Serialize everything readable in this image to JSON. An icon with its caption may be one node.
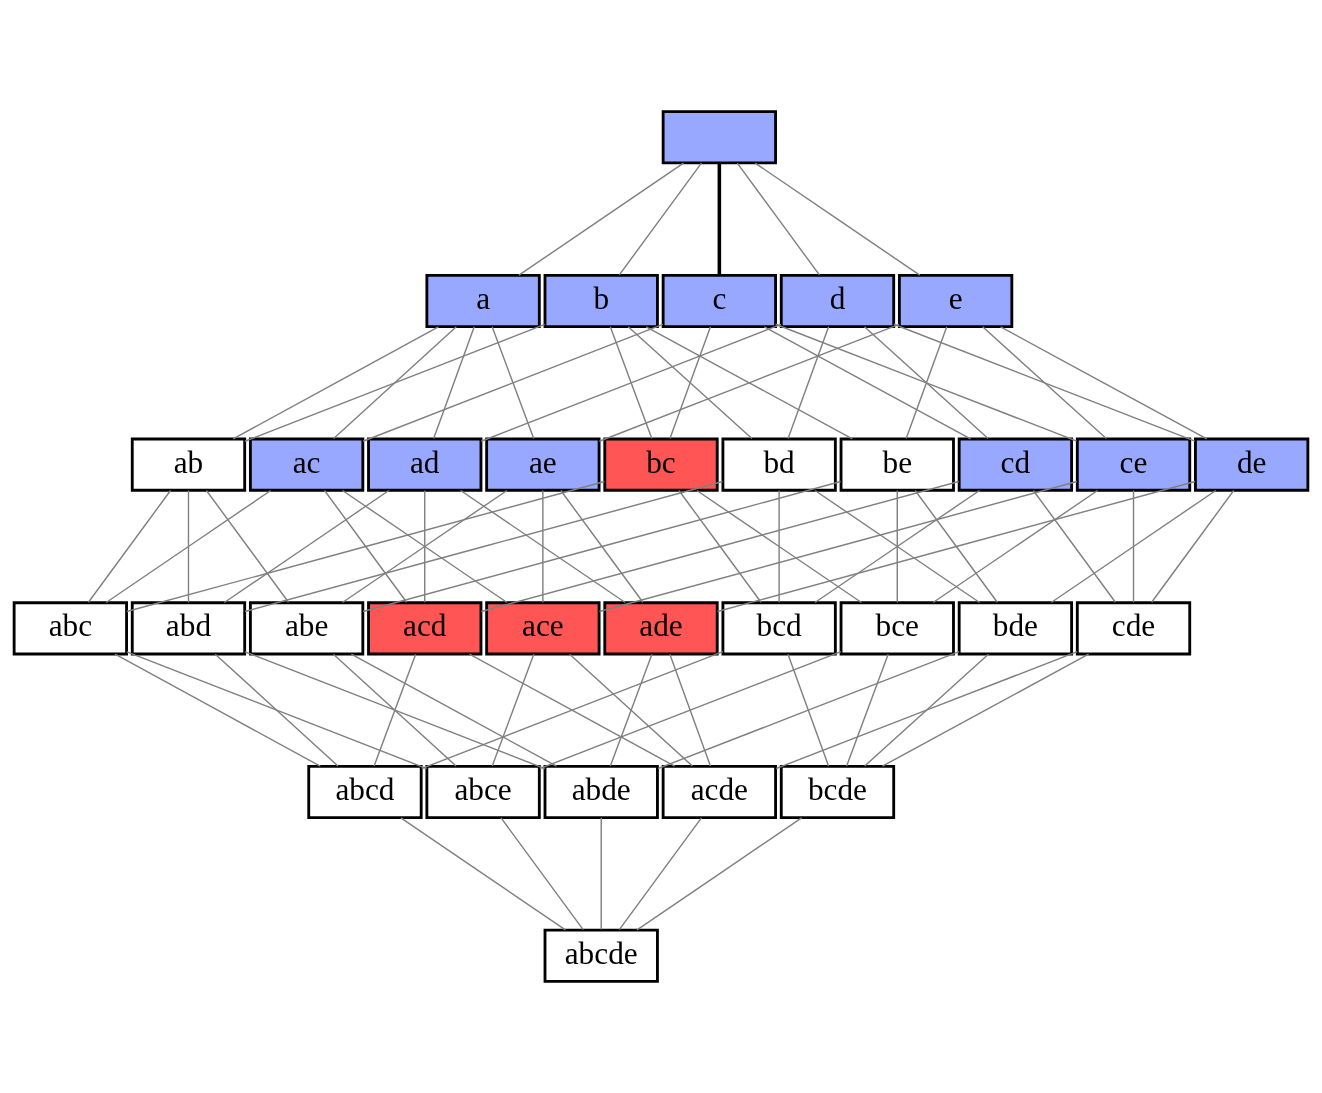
{
  "diagram": {
    "nodes": [
      {
        "text": [],
        "shape": "box"
      },
      {
        "text": [
          "a"
        ]
      },
      {
        "text": [
          "b"
        ]
      },
      {
        "text": [
          "c"
        ]
      },
      {
        "text": [
          "d"
        ]
      },
      {
        "text": [
          "e"
        ]
      },
      {
        "text": [
          "ab"
        ]
      },
      {
        "text": [
          "ac"
        ]
      },
      {
        "text": [
          "ad"
        ]
      },
      {
        "text": [
          "ae"
        ]
      },
      {
        "text": [
          "bc"
        ]
      },
      {
        "text": [
          "bd"
        ]
      },
      {
        "text": [
          "be"
        ]
      },
      {
        "text": [
          "cd"
        ]
      },
      {
        "text": [
          "ce"
        ]
      },
      {
        "text": [
          "de"
        ]
      },
      {
        "text": [
          "abc"
        ]
      },
      {
        "text": [
          "abd"
        ]
      },
      {
        "text": [
          "abe"
        ]
      },
      {
        "text": [
          "acd"
        ]
      },
      {
        "text": [
          "ace"
        ]
      },
      {
        "text": [
          "ade"
        ]
      },
      {
        "text": [
          "bcd"
        ]
      },
      {
        "text": [
          "bce"
        ]
      },
      {
        "text": [
          "bde"
        ]
      },
      {
        "text": [
          "cde"
        ]
      },
      {
        "text": [
          "abcd"
        ]
      },
      {
        "text": [
          "abce"
        ]
      },
      {
        "text": [
          "abde"
        ]
      },
      {
        "text": [
          "acde"
        ]
      },
      {
        "text": [
          "bcde"
        ]
      },
      {
        "text": [
          "abcde"
        ]
      }
    ],
    "edges": [
      {
        "from": 0,
        "to": 1,
        "arrow": "none"
      },
      {
        "from": 0,
        "to": 2,
        "arrow": "none"
      },
      {
        "from": 0,
        "to": 3,
        "arrow": "none",
        "style": "thick",
        "color": "#000000"
      },
      {
        "from": 0,
        "to": 4,
        "arrow": "none"
      },
      {
        "from": 0,
        "to": 5,
        "arrow": "none"
      },
      {
        "from": 1,
        "to": 6,
        "arrow": "none"
      },
      {
        "from": 1,
        "to": 7,
        "arrow": "none"
      },
      {
        "from": 1,
        "to": 8,
        "arrow": "none"
      },
      {
        "from": 1,
        "to": 9,
        "arrow": "none"
      },
      {
        "from": 2,
        "to": 6,
        "arrow": "none"
      },
      {
        "from": 2,
        "to": 10,
        "arrow": "none"
      },
      {
        "from": 2,
        "to": 11,
        "arrow": "none"
      },
      {
        "from": 2,
        "to": 12,
        "arrow": "none"
      },
      {
        "from": 3,
        "to": 7,
        "arrow": "none"
      },
      {
        "from": 3,
        "to": 10,
        "arrow": "none"
      },
      {
        "from": 3,
        "to": 13,
        "arrow": "none"
      },
      {
        "from": 3,
        "to": 14,
        "arrow": "none"
      },
      {
        "from": 4,
        "to": 8,
        "arrow": "none"
      },
      {
        "from": 4,
        "to": 11,
        "arrow": "none"
      },
      {
        "from": 4,
        "to": 13,
        "arrow": "none"
      },
      {
        "from": 4,
        "to": 15,
        "arrow": "none"
      },
      {
        "from": 5,
        "to": 9,
        "arrow": "none"
      },
      {
        "from": 5,
        "to": 12,
        "arrow": "none"
      },
      {
        "from": 5,
        "to": 14,
        "arrow": "none"
      },
      {
        "from": 5,
        "to": 15,
        "arrow": "none"
      },
      {
        "from": 6,
        "to": 16,
        "arrow": "none"
      },
      {
        "from": 6,
        "to": 17,
        "arrow": "none"
      },
      {
        "from": 6,
        "to": 18,
        "arrow": "none"
      },
      {
        "from": 7,
        "to": 16,
        "arrow": "none"
      },
      {
        "from": 7,
        "to": 19,
        "arrow": "none"
      },
      {
        "from": 7,
        "to": 20,
        "arrow": "none"
      },
      {
        "from": 8,
        "to": 17,
        "arrow": "none"
      },
      {
        "from": 8,
        "to": 19,
        "arrow": "none"
      },
      {
        "from": 8,
        "to": 21,
        "arrow": "none"
      },
      {
        "from": 9,
        "to": 18,
        "arrow": "none"
      },
      {
        "from": 9,
        "to": 20,
        "arrow": "none"
      },
      {
        "from": 9,
        "to": 21,
        "arrow": "none"
      },
      {
        "from": 10,
        "to": 16,
        "arrow": "none"
      },
      {
        "from": 10,
        "to": 22,
        "arrow": "none"
      },
      {
        "from": 10,
        "to": 23,
        "arrow": "none"
      },
      {
        "from": 11,
        "to": 17,
        "arrow": "none"
      },
      {
        "from": 11,
        "to": 22,
        "arrow": "none"
      },
      {
        "from": 11,
        "to": 24,
        "arrow": "none"
      },
      {
        "from": 12,
        "to": 18,
        "arrow": "none"
      },
      {
        "from": 12,
        "to": 23,
        "arrow": "none"
      },
      {
        "from": 12,
        "to": 24,
        "arrow": "none"
      },
      {
        "from": 13,
        "to": 19,
        "arrow": "none"
      },
      {
        "from": 13,
        "to": 22,
        "arrow": "none"
      },
      {
        "from": 13,
        "to": 25,
        "arrow": "none"
      },
      {
        "from": 14,
        "to": 20,
        "arrow": "none"
      },
      {
        "from": 14,
        "to": 23,
        "arrow": "none"
      },
      {
        "from": 14,
        "to": 25,
        "arrow": "none"
      },
      {
        "from": 15,
        "to": 21,
        "arrow": "none"
      },
      {
        "from": 15,
        "to": 24,
        "arrow": "none"
      },
      {
        "from": 15,
        "to": 25,
        "arrow": "none"
      },
      {
        "from": 16,
        "to": 26,
        "arrow": "none"
      },
      {
        "from": 16,
        "to": 27,
        "arrow": "none"
      },
      {
        "from": 17,
        "to": 26,
        "arrow": "none"
      },
      {
        "from": 17,
        "to": 28,
        "arrow": "none"
      },
      {
        "from": 18,
        "to": 27,
        "arrow": "none"
      },
      {
        "from": 18,
        "to": 28,
        "arrow": "none"
      },
      {
        "from": 19,
        "to": 26,
        "arrow": "none"
      },
      {
        "from": 19,
        "to": 29,
        "arrow": "none"
      },
      {
        "from": 20,
        "to": 27,
        "arrow": "none"
      },
      {
        "from": 20,
        "to": 29,
        "arrow": "none"
      },
      {
        "from": 21,
        "to": 28,
        "arrow": "none"
      },
      {
        "from": 21,
        "to": 29,
        "arrow": "none"
      },
      {
        "from": 22,
        "to": 26,
        "arrow": "none"
      },
      {
        "from": 22,
        "to": 30,
        "arrow": "none"
      },
      {
        "from": 23,
        "to": 27,
        "arrow": "none"
      },
      {
        "from": 23,
        "to": 30,
        "arrow": "none"
      },
      {
        "from": 24,
        "to": 28,
        "arrow": "none"
      },
      {
        "from": 24,
        "to": 30,
        "arrow": "none"
      },
      {
        "from": 25,
        "to": 29,
        "arrow": "none"
      },
      {
        "from": 25,
        "to": 30,
        "arrow": "none"
      },
      {
        "from": 26,
        "to": 31,
        "arrow": "none"
      },
      {
        "from": 27,
        "to": 31,
        "arrow": "none"
      },
      {
        "from": 28,
        "to": 31,
        "arrow": "none"
      },
      {
        "from": 29,
        "to": 31,
        "arrow": "none"
      },
      {
        "from": 30,
        "to": 31,
        "arrow": "none"
      }
    ]
  }
}
